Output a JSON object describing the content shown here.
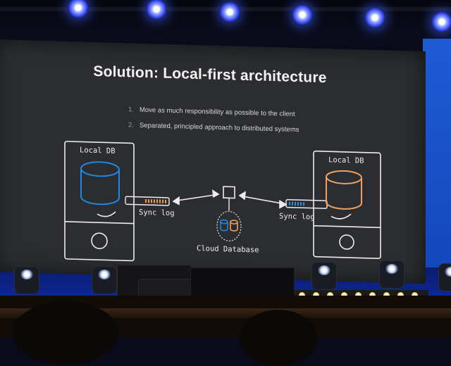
{
  "slide": {
    "title": "Solution: Local-first architecture",
    "bullets": [
      {
        "num": "1.",
        "text": "Move as much responsibility as possible to the client"
      },
      {
        "num": "2.",
        "text": "Separated, principled approach to distributed systems"
      }
    ],
    "left_device_label": "Local DB",
    "right_device_label": "Local DB",
    "left_sync_label": "Sync log",
    "right_sync_label": "Sync log",
    "cloud_label": "Cloud Database"
  },
  "colors": {
    "slide_bg": "#2b2d30",
    "left_db": "#1e88e5",
    "right_db": "#f0a060",
    "stage_blue": "#1e5bd6"
  }
}
